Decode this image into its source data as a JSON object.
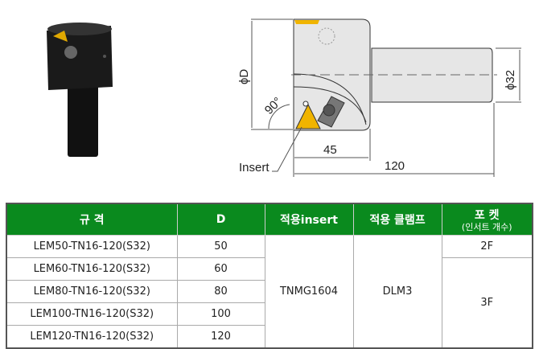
{
  "drawing": {
    "dim_D": "ϕD",
    "dim_shank": "ϕ32",
    "angle": "90°",
    "length_head": "45",
    "length_total": "120",
    "insert_label": "Insert"
  },
  "table": {
    "headers": {
      "spec": "규 격",
      "d": "D",
      "insert": "적용insert",
      "clamp": "적용 클램프",
      "pocket": "포 켓",
      "pocket_sub": "(인서트 개수)"
    },
    "rows": [
      {
        "spec": "LEM50-TN16-120(S32)",
        "d": "50"
      },
      {
        "spec": "LEM60-TN16-120(S32)",
        "d": "60"
      },
      {
        "spec": "LEM80-TN16-120(S32)",
        "d": "80"
      },
      {
        "spec": "LEM100-TN16-120(S32)",
        "d": "100"
      },
      {
        "spec": "LEM120-TN16-120(S32)",
        "d": "120"
      }
    ],
    "insert": "TNMG1604",
    "clamp": "DLM3",
    "pocket_2f": "2F",
    "pocket_3f": "3F"
  },
  "colors": {
    "header_green": "#0a8a1e",
    "insert_gold": "#f0b400"
  }
}
